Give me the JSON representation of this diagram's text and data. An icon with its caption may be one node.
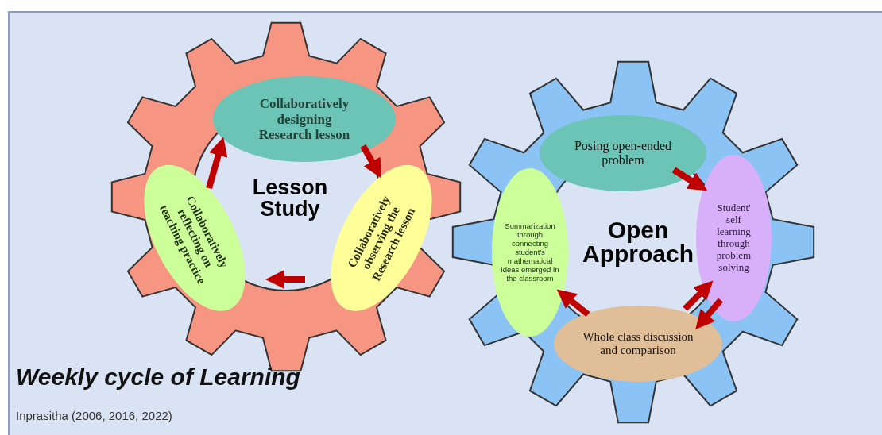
{
  "diagram": {
    "title": "Weekly cycle of Learning",
    "caption": "Inprasitha (2006, 2016, 2022)",
    "nodes": [
      {
        "text": [
          "Lesson Study"
        ]
      },
      {
        "text": [
          "Collaboratively designing Research lesson"
        ],
        "in": 0
      },
      {
        "text": [
          "Collaboratively observing the Research lesson"
        ],
        "in": 0
      },
      {
        "text": [
          "Collaboratively reflecting on teaching practice"
        ],
        "in": 0
      },
      {
        "text": [
          "Open Approach"
        ]
      },
      {
        "text": [
          "Posing open-ended problem"
        ],
        "in": 4
      },
      {
        "text": [
          "Student' self learning through problem solving"
        ],
        "in": 4
      },
      {
        "text": [
          "Whole class discussion and comparison"
        ],
        "in": 4
      },
      {
        "text": [
          "Summarization through connecting student's mathematical ideas emerged in the classroom"
        ],
        "in": 4
      }
    ],
    "edges": [
      {
        "from": 1,
        "to": 2,
        "arrow": "to"
      },
      {
        "from": 2,
        "to": 3,
        "arrow": "to"
      },
      {
        "from": 3,
        "to": 1,
        "arrow": "to"
      },
      {
        "from": 5,
        "to": 6,
        "arrow": "to"
      },
      {
        "from": 6,
        "to": 7,
        "arrow": "to"
      },
      {
        "from": 7,
        "to": 6,
        "arrow": "to"
      },
      {
        "from": 7,
        "to": 8,
        "arrow": "to"
      }
    ]
  }
}
